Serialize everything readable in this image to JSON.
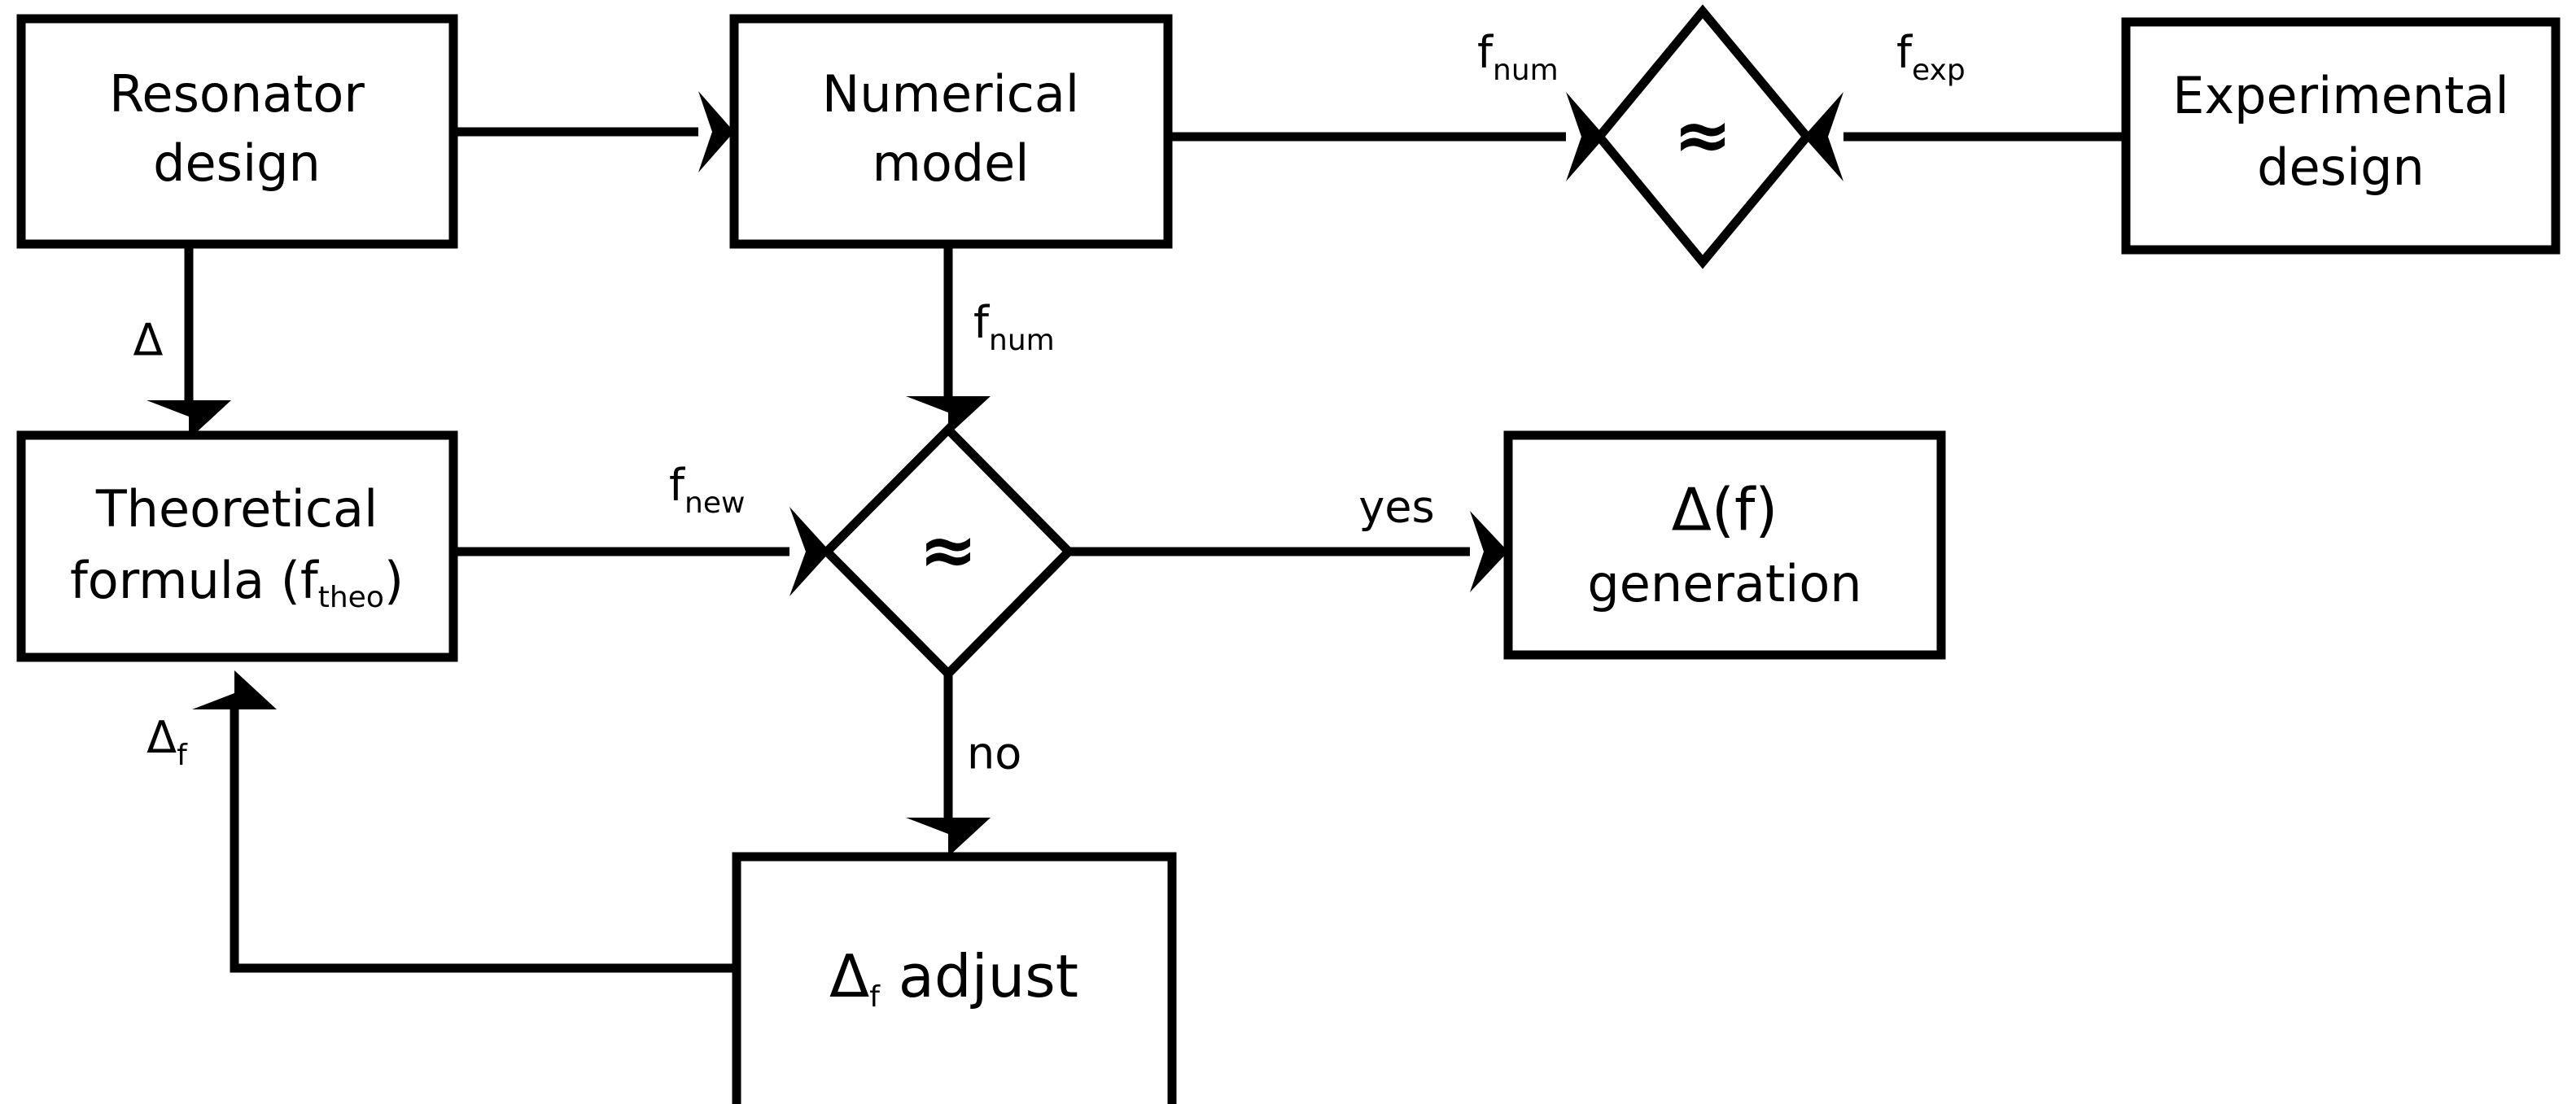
{
  "diagram": {
    "title": "Resonator design iteration flowchart",
    "background_color": "#ffffff",
    "line_color": "#000000",
    "nodes": {
      "resonator_design": {
        "label_line1": "Resonator",
        "label_line2": "design",
        "shape": "rectangle"
      },
      "numerical_model": {
        "label_line1": "Numerical",
        "label_line2": "model",
        "shape": "rectangle"
      },
      "experimental_design": {
        "label_line1": "Experimental",
        "label_line2": "design",
        "shape": "rectangle"
      },
      "compare_top": {
        "label": "≈",
        "shape": "diamond"
      },
      "theoretical_formula": {
        "label_line1": "Theoretical",
        "label_line2_pre": "formula (f",
        "label_line2_sub": "theo",
        "label_line2_post": ")",
        "shape": "rectangle"
      },
      "compare_bottom": {
        "label": "≈",
        "shape": "diamond"
      },
      "delta_generation": {
        "label_line1": "Δ(f)",
        "label_line2": "generation",
        "shape": "rectangle"
      },
      "delta_f_adjust": {
        "label_pre": "Δ",
        "label_sub": "f",
        "label_post": " adjust",
        "shape": "rectangle"
      }
    },
    "edges": [
      {
        "id": "resonator-to-numerical",
        "from": "resonator_design",
        "to": "numerical_model",
        "label": ""
      },
      {
        "id": "numerical-to-compare-top",
        "from": "numerical_model",
        "to": "compare_top",
        "label_main": "f",
        "label_sub": "num"
      },
      {
        "id": "experimental-to-compare-top",
        "from": "experimental_design",
        "to": "compare_top",
        "label_main": "f",
        "label_sub": "exp"
      },
      {
        "id": "resonator-to-theoretical",
        "from": "resonator_design",
        "to": "theoretical_formula",
        "label_main": "Δ",
        "label_sub": ""
      },
      {
        "id": "numerical-to-compare-bottom",
        "from": "numerical_model",
        "to": "compare_bottom",
        "label_main": "f",
        "label_sub": "num"
      },
      {
        "id": "theoretical-to-compare-bottom",
        "from": "theoretical_formula",
        "to": "compare_bottom",
        "label_main": "f",
        "label_sub": "new"
      },
      {
        "id": "compare-bottom-to-generation",
        "from": "compare_bottom",
        "to": "delta_generation",
        "label_main": "yes",
        "label_sub": ""
      },
      {
        "id": "compare-bottom-to-adjust",
        "from": "compare_bottom",
        "to": "delta_f_adjust",
        "label_main": "no",
        "label_sub": ""
      },
      {
        "id": "adjust-to-theoretical",
        "from": "delta_f_adjust",
        "to": "theoretical_formula",
        "label_main": "Δ",
        "label_sub": "f"
      }
    ]
  }
}
